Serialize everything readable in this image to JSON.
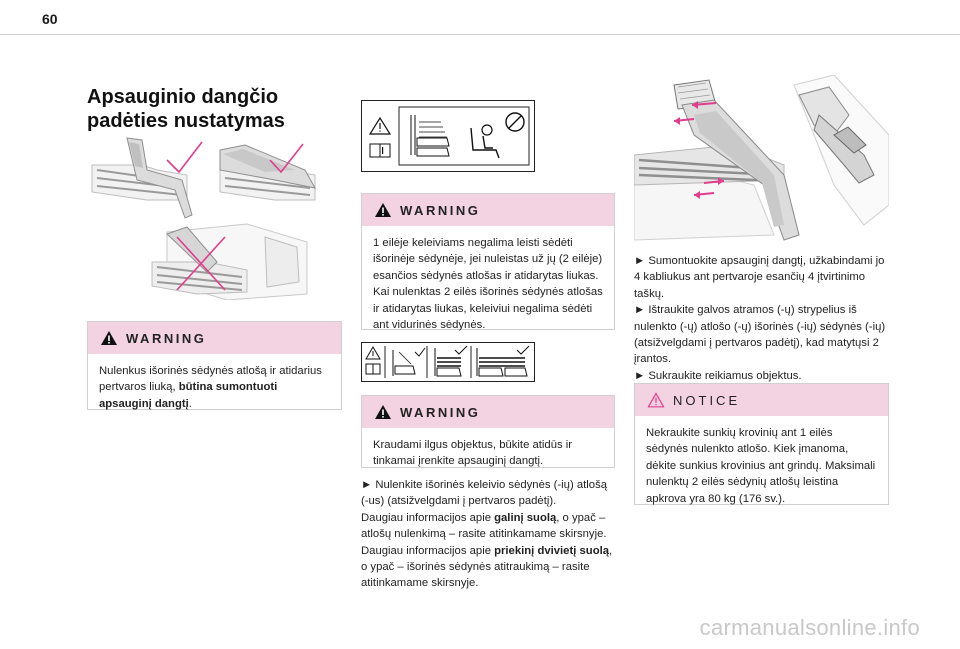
{
  "page": {
    "number": "60",
    "watermark": "carmanualsonline.info"
  },
  "title": "Apsauginio dangčio padėties nustatymas",
  "warning_label": "WARNING",
  "notice_label": "NOTICE",
  "col1": {
    "warning_text_prefix": "Nulenkus išorinės sėdynės atlošą ir atidarius pertvaros liuką, ",
    "warning_text_bold": "būtina sumontuoti apsauginį dangtį",
    "warning_text_suffix": "."
  },
  "col2": {
    "warning1_text": "1 eilėje keleiviams negalima leisti sėdėti išorinėje sėdynėje, jei nuleistas už jų (2 eilėje) esančios sėdynės atlošas ir atidarytas liukas. Kai nulenktas 2 eilės išorinės sėdynės atlošas ir atidarytas liukas, keleiviui negalima sėdėti ant vidurinės sėdynės.",
    "warning2_text": "Kraudami ilgus objektus, būkite atidūs ir tinkamai įrenkite apsauginį dangtį.",
    "para_line1": "► Nulenkite išorinės keleivio sėdynės (-ių) atlošą (-us) (atsižvelgdami į pertvaros padėtį).",
    "para_line2_prefix": "Daugiau informacijos apie ",
    "para_line2_bold": "galinį suolą",
    "para_line2_suffix": ", o ypač – atlošų nulenkimą – rasite atitinkamame skirsnyje.",
    "para_line3_prefix": "Daugiau informacijos apie ",
    "para_line3_bold": "priekinį dvivietį suolą",
    "para_line3_suffix": ", o ypač – išorinės sėdynės atitraukimą – rasite atitinkamame skirsnyje."
  },
  "col3": {
    "step1": "► Sumontuokite apsauginį dangtį, užkabindami jo 4 kabliukus ant pertvaroje esančių 4 įtvirtinimo taškų.",
    "step2": "► Ištraukite galvos atramos (-ų) strypelius iš nulenkto (-ų) atlošo (-ų) išorinės (-ių) sėdynės (-ių) (atsižvelgdami į pertvaros padėtį), kad matytųsi 2 įrantos.",
    "step3": "► Sukraukite reikiamus objektus.",
    "notice_text": "Nekraukite sunkių krovinių ant 1 eilės sėdynės nulenkto atlošo. Kiek įmanoma, dėkite sunkius krovinius ant grindų. Maksimali nulenktų 2 eilės sėdynių atlošų leistina apkrova yra 80 kg (176 sv.)."
  },
  "colors": {
    "accent_pink": "#e23c8c",
    "box_header": "#f3d3e1"
  },
  "icons": [
    "warning-triangle-icon",
    "manual-book-icon",
    "prohibited-icon",
    "check-icon",
    "cross-icon"
  ]
}
